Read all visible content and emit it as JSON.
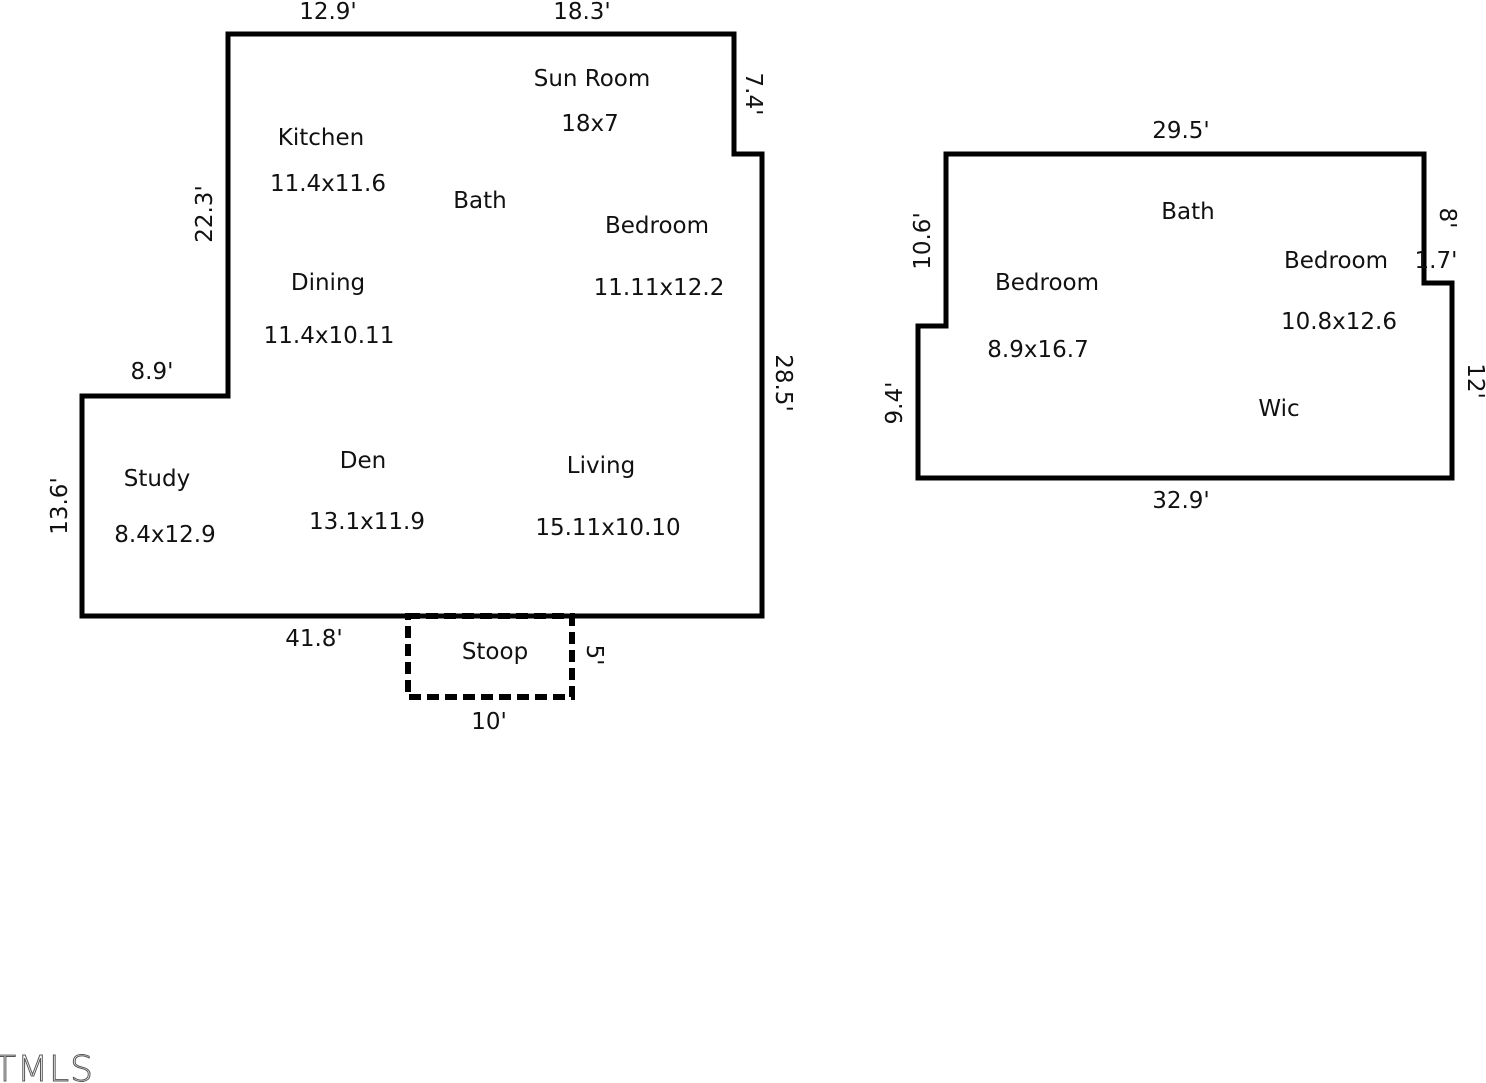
{
  "first_floor": {
    "rooms": {
      "sun_room": {
        "name": "Sun Room",
        "size": "18x7"
      },
      "kitchen": {
        "name": "Kitchen",
        "size": "11.4x11.6"
      },
      "bath": {
        "name": "Bath"
      },
      "bedroom": {
        "name": "Bedroom",
        "size": "11.11x12.2"
      },
      "dining": {
        "name": "Dining",
        "size": "11.4x10.11"
      },
      "study": {
        "name": "Study",
        "size": "8.4x12.9"
      },
      "den": {
        "name": "Den",
        "size": "13.1x11.9"
      },
      "living": {
        "name": "Living",
        "size": "15.11x10.10"
      },
      "stoop": {
        "name": "Stoop"
      }
    },
    "dimensions": {
      "top_left": "12.9'",
      "top_right": "18.3'",
      "sunroom_side": "7.4'",
      "left_upper": "22.3'",
      "right": "28.5'",
      "notch": "8.9'",
      "left_lower": "13.6'",
      "bottom": "41.8'",
      "stoop_width": "10'",
      "stoop_depth": "5'"
    }
  },
  "second_floor": {
    "rooms": {
      "bath": {
        "name": "Bath"
      },
      "bedroom_left": {
        "name": "Bedroom",
        "size": "8.9x16.7"
      },
      "bedroom_right": {
        "name": "Bedroom",
        "size": "10.8x12.6"
      },
      "wic": {
        "name": "Wic"
      }
    },
    "dimensions": {
      "top": "29.5'",
      "left_upper": "10.6'",
      "left_lower": "9.4'",
      "right_upper": "8'",
      "step": "1.7'",
      "right_lower": "12'",
      "bottom": "32.9'"
    }
  },
  "watermark": "TMLS"
}
